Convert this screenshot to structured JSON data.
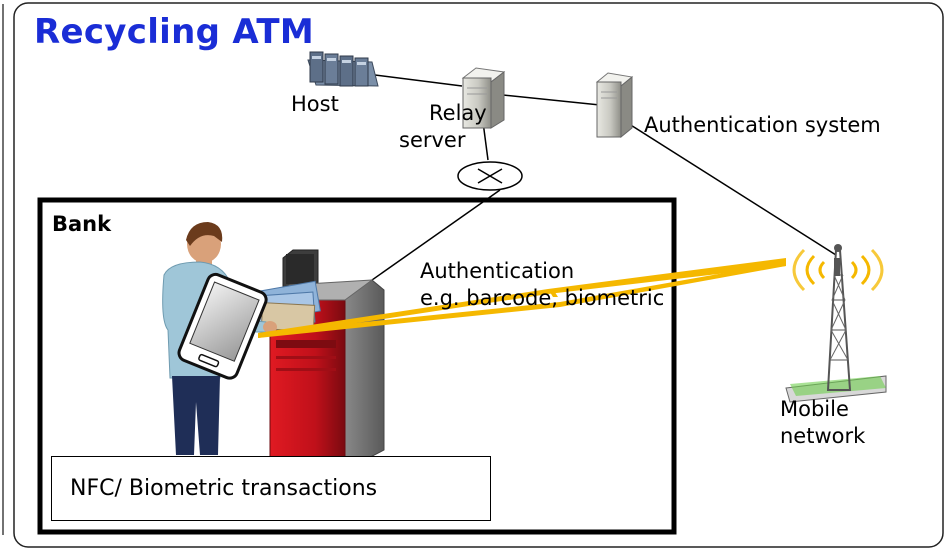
{
  "title": "Recycling ATM",
  "nodes": {
    "host": "Host",
    "relay_server": [
      "Relay",
      "server"
    ],
    "auth_system": "Authentication system",
    "mobile_network": [
      "Mobile",
      "network"
    ]
  },
  "bank": {
    "label": "Bank",
    "auth_note": [
      "Authentication",
      "e.g. barcode, biometric"
    ],
    "transactions_box": "NFC/ Biometric transactions"
  },
  "colors": {
    "title": "#1a2dd6",
    "signal": "#f5b800",
    "atm_red": "#c8101a",
    "frame": "#000000"
  }
}
